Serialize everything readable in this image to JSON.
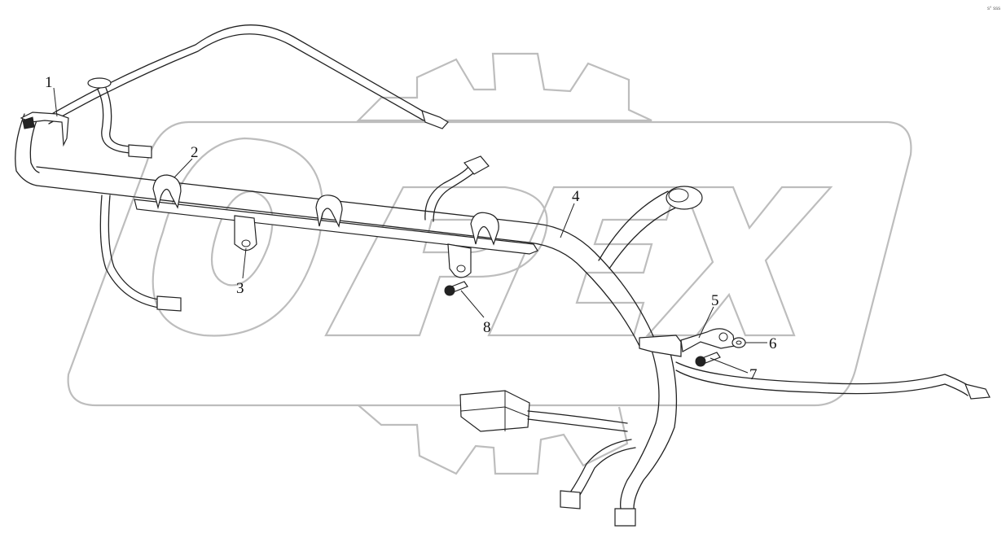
{
  "diagram": {
    "corner_mark": "s° sss",
    "watermark": "OPEX",
    "callouts": [
      {
        "id": "1",
        "label": "1"
      },
      {
        "id": "2",
        "label": "2"
      },
      {
        "id": "3",
        "label": "3"
      },
      {
        "id": "4",
        "label": "4"
      },
      {
        "id": "5",
        "label": "5"
      },
      {
        "id": "6",
        "label": "6"
      },
      {
        "id": "7",
        "label": "7"
      },
      {
        "id": "8",
        "label": "8"
      }
    ]
  },
  "colors": {
    "line": "#222222",
    "watermark": "#bdbdbd",
    "background": "#ffffff"
  }
}
